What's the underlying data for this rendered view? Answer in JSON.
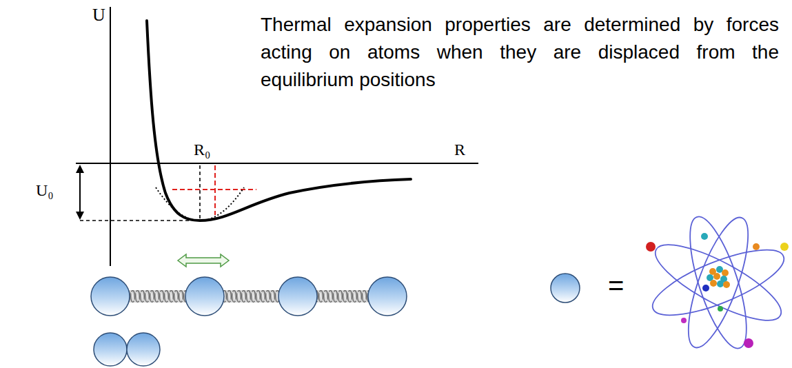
{
  "diagram": {
    "labels": [
      "U",
      "R₀",
      "R",
      "U₀",
      "Thermal expansion properties are determined by forces acting on atoms when they are displaced from the equilibrium positions",
      "="
    ]
  }
}
